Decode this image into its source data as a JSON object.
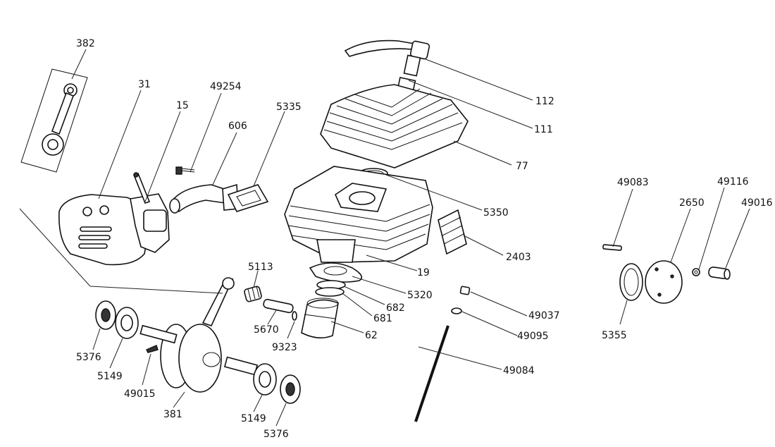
{
  "diagram": {
    "labels": {
      "p382": "382",
      "p31": "31",
      "p15": "15",
      "p49254": "49254",
      "p606": "606",
      "p5335": "5335",
      "p112": "112",
      "p111": "111",
      "p77": "77",
      "p5350": "5350",
      "p2403": "2403",
      "p19": "19",
      "p5320": "5320",
      "p682": "682",
      "p681": "681",
      "p62": "62",
      "p5113": "5113",
      "p5670": "5670",
      "p9323": "9323",
      "p5376a": "5376",
      "p5149a": "5149",
      "p49015": "49015",
      "p381": "381",
      "p5149b": "5149",
      "p5376b": "5376",
      "p49083": "49083",
      "p2650": "2650",
      "p49116": "49116",
      "p49016": "49016",
      "p5355": "5355",
      "p49037": "49037",
      "p49095": "49095",
      "p49084": "49084"
    }
  }
}
